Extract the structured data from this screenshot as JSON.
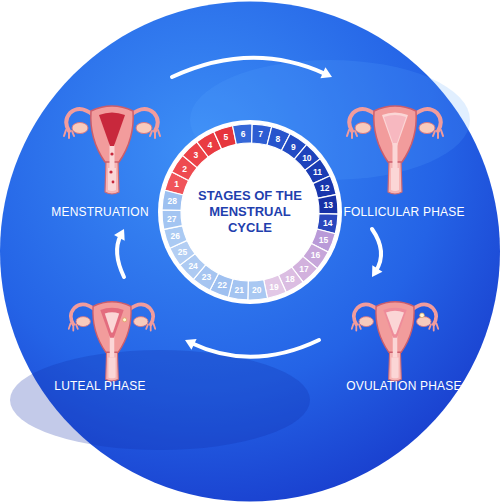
{
  "diagram": {
    "title": "STAGES OF THE MENSTRUAL CYCLE",
    "nodes": [
      {
        "text": [
          "MENSTRUATION"
        ]
      },
      {
        "text": [
          "FOLLICULAR PHASE"
        ]
      },
      {
        "text": [
          "LUTEAL PHASE"
        ]
      },
      {
        "text": [
          "OVULATION PHASE"
        ]
      }
    ],
    "edges": [
      {
        "from": 0,
        "to": 1,
        "arrow": "to"
      },
      {
        "from": 1,
        "to": 3,
        "arrow": "to"
      },
      {
        "from": 3,
        "to": 2,
        "arrow": "to"
      },
      {
        "from": 2,
        "to": 0,
        "arrow": "to"
      }
    ],
    "labels": [
      "1",
      "2",
      "3",
      "4",
      "5",
      "6",
      "7",
      "8",
      "9",
      "10",
      "11",
      "12",
      "13",
      "14",
      "15",
      "16",
      "17",
      "18",
      "19",
      "20",
      "21",
      "22",
      "23",
      "24",
      "25",
      "26",
      "27",
      "28"
    ]
  }
}
